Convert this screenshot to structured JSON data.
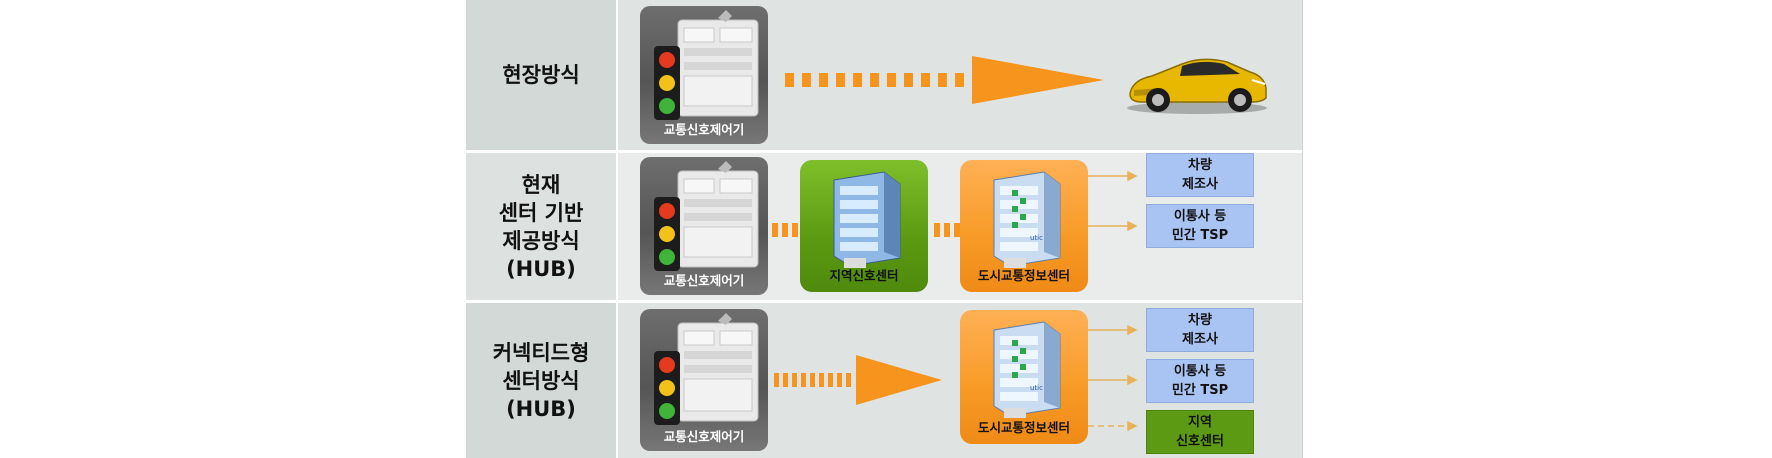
{
  "rows": [
    {
      "label": [
        "현장방식"
      ],
      "controller_caption": "교통신호제어기"
    },
    {
      "label": [
        "현재",
        "센터 기반",
        "제공방식",
        "(HUB)"
      ],
      "controller_caption": "교통신호제어기",
      "regional_center_caption": "지역신호센터",
      "city_center_caption": "도시교통정보센터",
      "targets": [
        {
          "lines": [
            "차량",
            "제조사"
          ]
        },
        {
          "lines": [
            "이통사 등",
            "민간 TSP"
          ]
        }
      ]
    },
    {
      "label": [
        "커넥티드형",
        "센터방식",
        "(HUB)"
      ],
      "controller_caption": "교통신호제어기",
      "city_center_caption": "도시교통정보센터",
      "targets": [
        {
          "lines": [
            "차량",
            "제조사"
          ]
        },
        {
          "lines": [
            "이통사 등",
            "민간 TSP"
          ]
        },
        {
          "lines": [
            "지역",
            "신호센터"
          ]
        }
      ]
    }
  ],
  "colors": {
    "row_bg": "#dfe4e2",
    "label_bg": "#d3d9d6",
    "orange": "#f7941d",
    "green": "#5b9a12",
    "blue_box": "#a9c4f3",
    "connector": "#e7b25a"
  },
  "icons": [
    "traffic-light-icon",
    "controller-cabinet-icon",
    "building-icon",
    "car-icon",
    "utic-logo-icon"
  ]
}
